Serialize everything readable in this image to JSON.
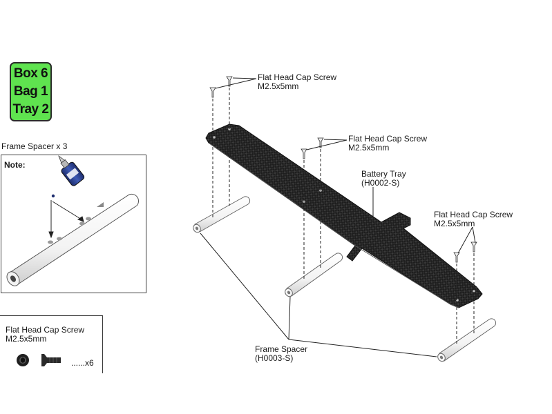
{
  "badge": {
    "box": "Box 6",
    "bag": "Bag 1",
    "tray": "Tray 2",
    "color": "#5fe34f"
  },
  "spacer_caption": "Frame Spacer x 3",
  "note_title": "Note:",
  "callouts": {
    "screw_top": {
      "name": "Flat Head Cap Screw",
      "size": "M2.5x5mm"
    },
    "screw_mid": {
      "name": "Flat Head Cap Screw",
      "size": "M2.5x5mm"
    },
    "screw_right": {
      "name": "Flat Head Cap Screw",
      "size": "M2.5x5mm"
    },
    "battery_tray": {
      "name": "Battery Tray",
      "part": "(H0002-S)"
    },
    "frame_spacer": {
      "name": "Frame Spacer",
      "part": "(H0003-S)"
    }
  },
  "parts_list": {
    "name": "Flat Head Cap Screw",
    "size": "M2.5x5mm",
    "quantity": "......x6"
  },
  "icons": [
    "threadlock-bottle-icon",
    "screw-head-icon",
    "flat-head-screw-icon"
  ]
}
